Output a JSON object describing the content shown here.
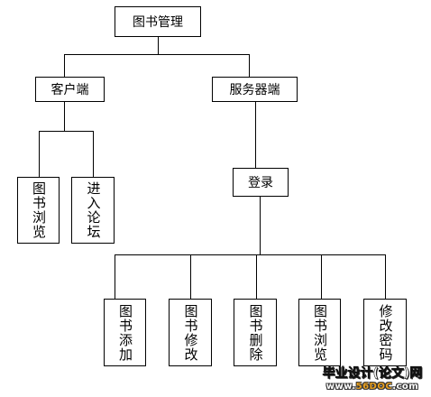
{
  "root": "图书管理",
  "client": {
    "label": "客户端",
    "children": [
      "图书浏览",
      "进入论坛"
    ]
  },
  "server": {
    "label": "服务器端",
    "login": "登录",
    "children": [
      "图书添加",
      "图书修改",
      "图书删除",
      "图书浏览",
      "修改密码"
    ]
  },
  "watermark": {
    "top": "毕业设计(论文)网",
    "bottom_pre": "www.",
    "bottom_accent": "56DOC",
    "bottom_post": ".com"
  }
}
